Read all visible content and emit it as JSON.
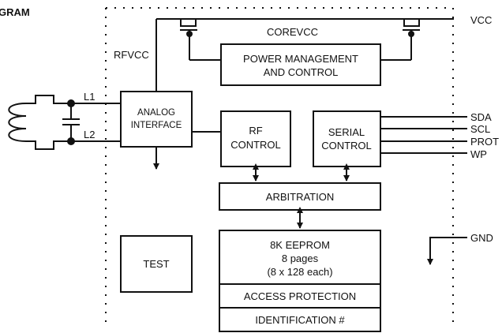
{
  "title": "GRAM",
  "pins": {
    "vcc": "VCC",
    "gnd": "GND",
    "sda": "SDA",
    "scl": "SCL",
    "prot": "PROT",
    "wp": "WP",
    "l1": "L1",
    "l2": "L2"
  },
  "rails": {
    "rfvcc": "RFVCC",
    "corevcc": "COREVCC"
  },
  "blocks": {
    "power_management": [
      "POWER MANAGEMENT",
      "AND CONTROL"
    ],
    "analog_interface": [
      "ANALOG",
      "INTERFACE"
    ],
    "rf_control": [
      "RF",
      "CONTROL"
    ],
    "serial_control": [
      "SERIAL",
      "CONTROL"
    ],
    "arbitration": "ARBITRATION",
    "test": "TEST",
    "eeprom": [
      "8K EEPROM",
      "8 pages",
      "(8 x 128 each)"
    ],
    "access_protection": "ACCESS PROTECTION",
    "identification": "IDENTIFICATION #"
  }
}
